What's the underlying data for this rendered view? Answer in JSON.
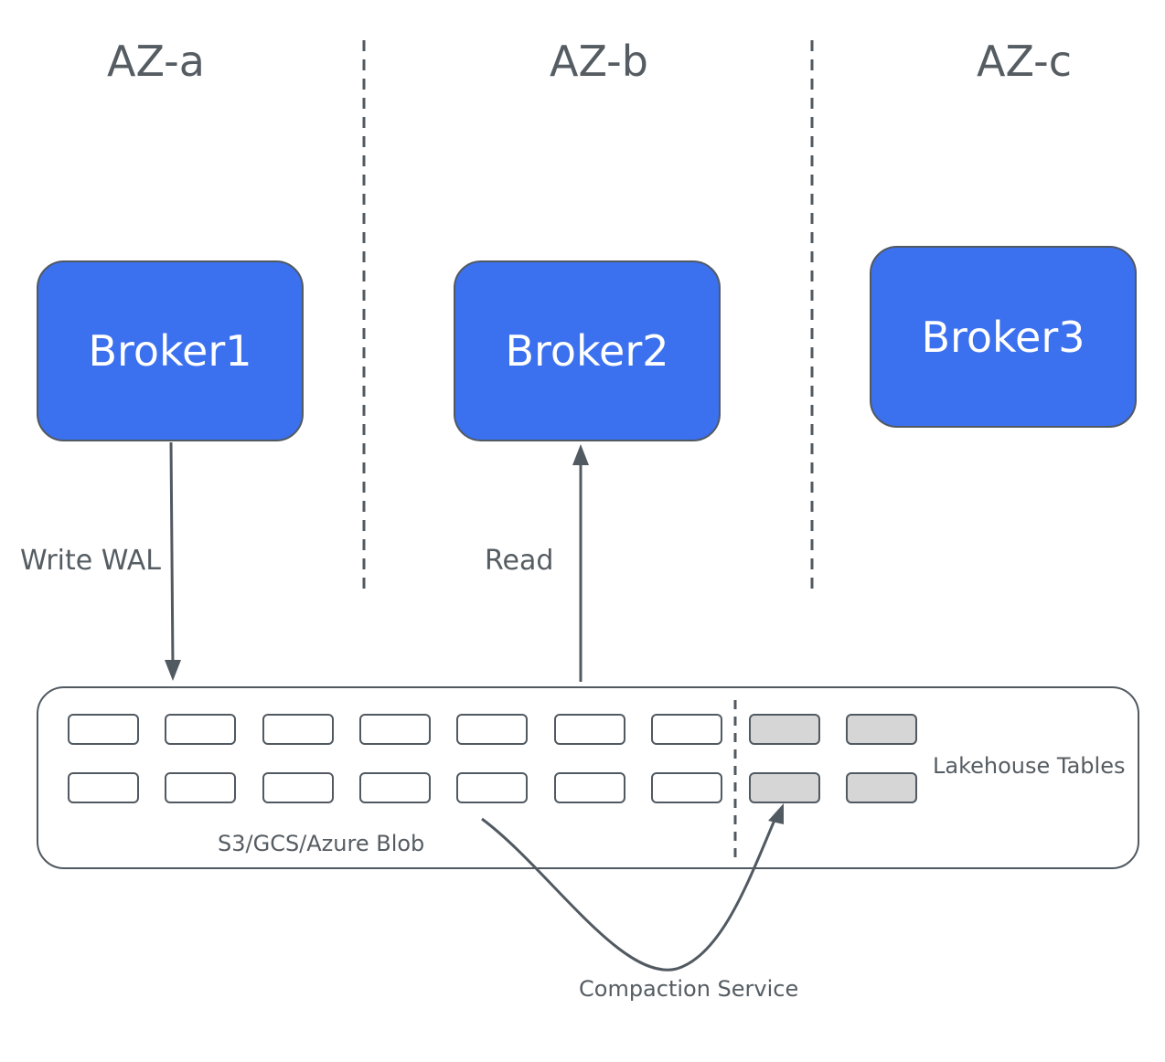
{
  "zones": [
    {
      "label": "AZ-a"
    },
    {
      "label": "AZ-b"
    },
    {
      "label": "AZ-c"
    }
  ],
  "brokers": [
    {
      "label": "Broker1"
    },
    {
      "label": "Broker2"
    },
    {
      "label": "Broker3"
    }
  ],
  "edges": {
    "write_label": "Write WAL",
    "read_label": "Read",
    "compaction_label": "Compaction Service"
  },
  "storage": {
    "label": "S3/GCS/Azure Blob",
    "lakehouse_label": "Lakehouse Tables"
  },
  "colors": {
    "broker_fill": "#3b70ef",
    "stroke": "#515961",
    "text": "#555c62",
    "lakehouse_fill": "#d6d6d6"
  }
}
